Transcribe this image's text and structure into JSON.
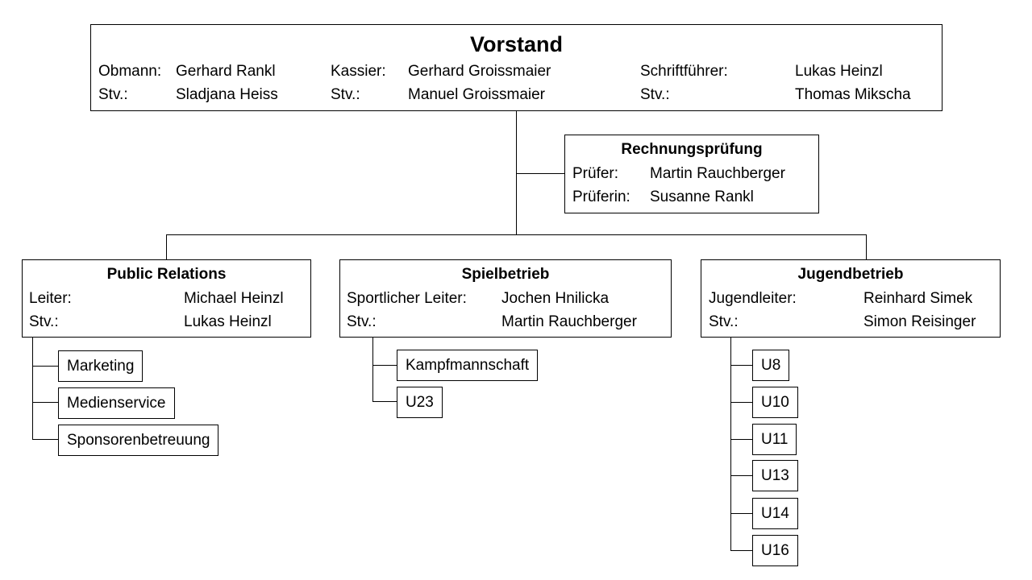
{
  "vorstand": {
    "title": "Vorstand",
    "rows": [
      [
        "Obmann:",
        "Gerhard Rankl",
        "Kassier:",
        "Gerhard Groissmaier",
        "Schriftführer:",
        "Lukas Heinzl"
      ],
      [
        "Stv.:",
        "Sladjana Heiss",
        "Stv.:",
        "Manuel Groissmaier",
        "Stv.:",
        "Thomas Mikscha"
      ]
    ]
  },
  "rechnungspruefung": {
    "title": "Rechnungsprüfung",
    "rows": [
      [
        "Prüfer:",
        "Martin Rauchberger"
      ],
      [
        "Prüferin:",
        "Susanne Rankl"
      ]
    ]
  },
  "public_relations": {
    "title": "Public Relations",
    "rows": [
      [
        "Leiter:",
        "Michael Heinzl"
      ],
      [
        "Stv.:",
        "Lukas Heinzl"
      ]
    ],
    "children": [
      "Marketing",
      "Medienservice",
      "Sponsorenbetreuung"
    ]
  },
  "spielbetrieb": {
    "title": "Spielbetrieb",
    "rows": [
      [
        "Sportlicher Leiter:",
        "Jochen Hnilicka"
      ],
      [
        "Stv.:",
        "Martin Rauchberger"
      ]
    ],
    "children": [
      "Kampfmannschaft",
      "U23"
    ]
  },
  "jugendbetrieb": {
    "title": "Jugendbetrieb",
    "rows": [
      [
        "Jugendleiter:",
        "Reinhard Simek"
      ],
      [
        "Stv.:",
        "Simon Reisinger"
      ]
    ],
    "children": [
      "U8",
      "U10",
      "U11",
      "U13",
      "U14",
      "U16"
    ]
  }
}
